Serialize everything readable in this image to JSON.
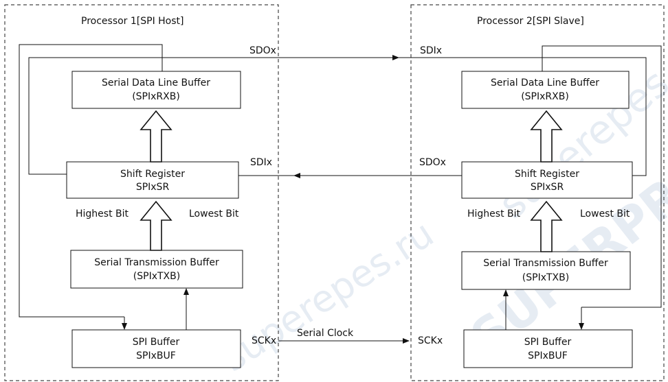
{
  "processor1": {
    "title": "Processor 1[SPI  Host]",
    "rxb": {
      "line1": "Serial Data Line Buffer",
      "line2": "(SPIxRXB)"
    },
    "sr": {
      "line1": "Shift Register",
      "line2": "SPIxSR"
    },
    "txb": {
      "line1": "Serial Transmission Buffer",
      "line2": "(SPIxTXB)"
    },
    "buf": {
      "line1": "SPI Buffer",
      "line2": "SPIxBUF"
    },
    "highest_bit": "Highest Bit",
    "lowest_bit": "Lowest Bit",
    "pin_sdo": "SDOx",
    "pin_sdi": "SDIx",
    "pin_sck": "SCKx"
  },
  "processor2": {
    "title": "Processor 2[SPI Slave]",
    "rxb": {
      "line1": "Serial Data Line Buffer",
      "line2": "(SPIxRXB)"
    },
    "sr": {
      "line1": "Shift Register",
      "line2": "SPIxSR"
    },
    "txb": {
      "line1": "Serial Transmission Buffer",
      "line2": "(SPIxTXB)"
    },
    "buf": {
      "line1": "SPI Buffer",
      "line2": "SPIxBUF"
    },
    "highest_bit": "Highest Bit",
    "lowest_bit": "Lowest Bit",
    "pin_sdi": "SDIx",
    "pin_sdo": "SDOx",
    "pin_sck": "SCKx"
  },
  "link": {
    "clock_label": "Serial Clock"
  },
  "watermarks": [
    "superepes.ru",
    "superepes.ru",
    "SUPERPRIMO"
  ],
  "colors": {
    "line": "#111111",
    "dashed_border": "#444444",
    "watermark": "#c9d6e6"
  }
}
